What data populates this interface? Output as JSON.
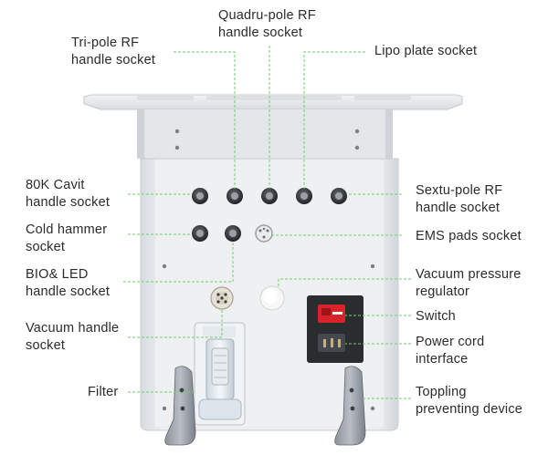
{
  "labels": {
    "tri_pole_rf": [
      "Tri-pole RF",
      "handle socket"
    ],
    "quadru_pole_rf": [
      "Quadru-pole RF",
      "handle socket"
    ],
    "lipo_plate": [
      "Lipo plate socket"
    ],
    "cavit_80k": [
      "80K Cavit",
      "handle socket"
    ],
    "cold_hammer": [
      "Cold hammer",
      "socket"
    ],
    "bio_led": [
      "BIO& LED",
      "handle socket"
    ],
    "vacuum_handle": [
      "Vacuum handle",
      "socket"
    ],
    "filter": [
      "Filter"
    ],
    "sextu_pole_rf": [
      "Sextu-pole RF",
      "handle socket"
    ],
    "ems_pads": [
      "EMS pads socket"
    ],
    "vacuum_regulator": [
      "Vacuum pressure",
      "regulator"
    ],
    "switch": [
      "Switch"
    ],
    "power_cord": [
      "Power cord",
      "interface"
    ],
    "toppling_device": [
      "Toppling",
      "preventing device"
    ]
  },
  "colors": {
    "leader_line": "#6fcf6f",
    "body": "#e6e9ec",
    "switch_red": "#d8232a",
    "text": "#2b2b2b"
  }
}
